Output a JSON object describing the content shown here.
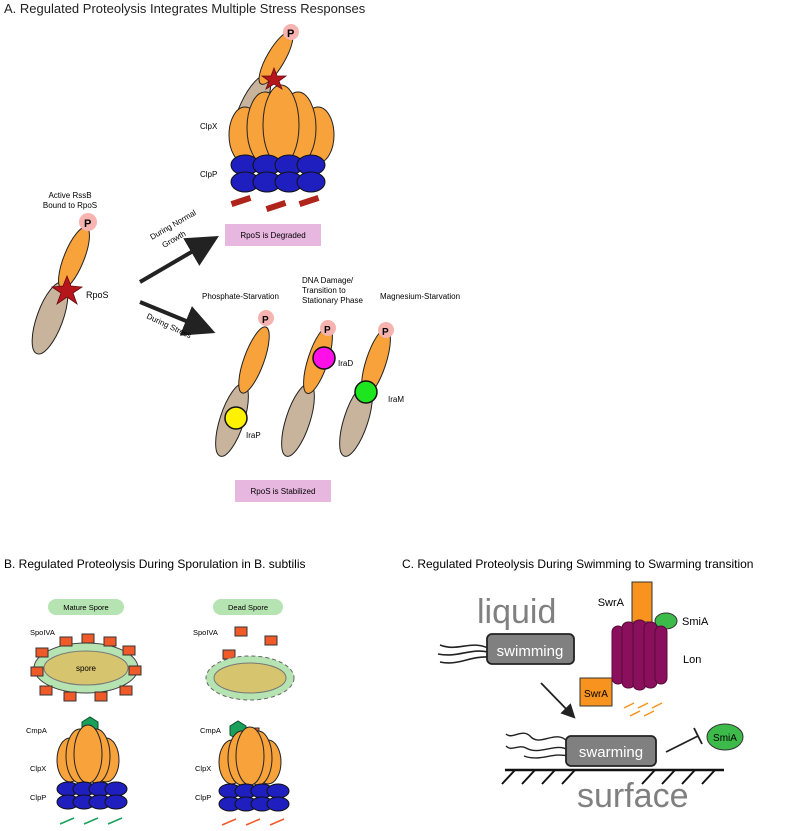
{
  "panel_a": {
    "title": "A. Regulated Proteolysis Integrates Multiple Stress Responses",
    "rssb_label_line1": "Active RssB",
    "rssb_label_line2": "Bound to RpoS",
    "rpos_label": "RpoS",
    "p_label": "P",
    "arrow_normal_line1": "During Normal",
    "arrow_normal_line2": "Growth",
    "arrow_stress": "During Stress",
    "clpx_label": "ClpX",
    "clpp_label": "ClpP",
    "degraded_box": "RpoS is Degraded",
    "phosphate_label": "Phosphate-Starvation",
    "dna_label_line1": "DNA Damage/",
    "dna_label_line2": "Transition to",
    "dna_label_line3": "Stationary Phase",
    "magnesium_label": "Magnesium-Starvation",
    "irap_label": "IraP",
    "irad_label": "IraD",
    "iram_label": "IraM",
    "stabilized_box": "RpoS is Stabilized",
    "colors": {
      "orange": "#f7a23a",
      "clpp_blue": "#1f1fbf",
      "tan": "#c8b39c",
      "red_star": "#b5161c",
      "pink_p": "#f6b3b0",
      "pink_box": "#e8b7e0",
      "yellow": "#fff200",
      "magenta": "#ff10e8",
      "green": "#1ee61e",
      "dark_red": "#b0251b"
    }
  },
  "panel_b": {
    "title": "B.  Regulated Proteolysis During Sporulation in B. subtilis",
    "mature_spore": "Mature Spore",
    "dead_spore": "Dead Spore",
    "spoiva_label": "SpoIVA",
    "spore_label": "spore",
    "cmpa_label": "CmpA",
    "clpx_label": "ClpX",
    "clpp_label": "ClpP",
    "colors": {
      "spoiva": "#f05a28",
      "cmpa": "#1aa05a",
      "spore_fill": "#d6c46e",
      "halo": "#b6e3b2"
    }
  },
  "panel_c": {
    "title": "C.  Regulated Proteolysis During Swimming to Swarming transition",
    "liquid": "liquid",
    "swimming": "swimming",
    "swarming": "swarming",
    "surface": "surface",
    "swra_label": "SwrA",
    "smia_label": "SmiA",
    "lon_label": "Lon",
    "swra_box": "SwrA",
    "smia_oval": "SmiA",
    "colors": {
      "lon": "#8a0f5c",
      "swra": "#f7931e",
      "smia": "#3dbb4a",
      "cell": "#808080"
    }
  }
}
